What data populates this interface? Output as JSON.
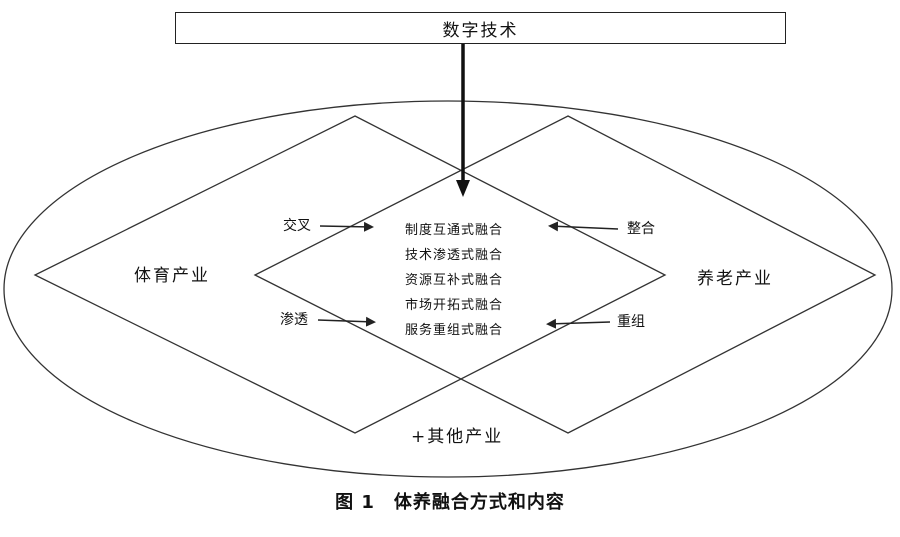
{
  "diagram": {
    "top_label": "数字技术",
    "left_industry": "体育产业",
    "right_industry": "养老产业",
    "bottom_label": "+其他产业",
    "methods": {
      "cross": "交叉",
      "penetrate": "渗透",
      "integrate": "整合",
      "reorganize": "重组"
    },
    "fusion_types": [
      "制度互通式融合",
      "技术渗透式融合",
      "资源互补式融合",
      "市场开拓式融合",
      "服务重组式融合"
    ],
    "caption": "图 1　体养融合方式和内容",
    "line_color": "#222222"
  }
}
